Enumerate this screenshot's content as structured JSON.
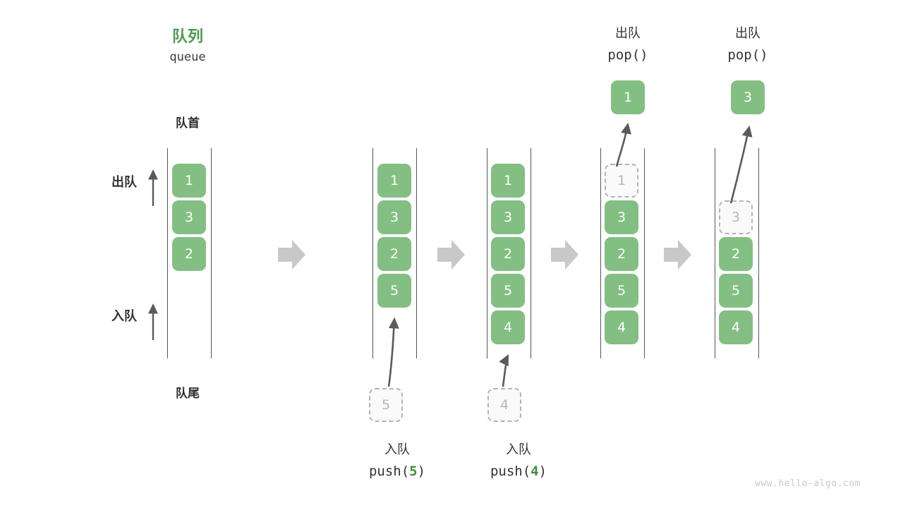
{
  "meta": {
    "watermark": "www.hello-algo.com",
    "colors": {
      "cell_green": "#83bf83",
      "title_green": "#4d9a4d",
      "arg_green": "#3f8c3f",
      "ghost_border": "#b4b4b4",
      "ghost_text": "#b8b8b8",
      "rail": "#555555",
      "sep_arrow": "#c8c8c8",
      "curve_arrow": "#5a5a5a",
      "text_dark": "#333333",
      "watermark_gray": "#c9c9c9"
    }
  },
  "header": {
    "title_cn": "队列",
    "title_en": "queue"
  },
  "labels": {
    "front": "队首",
    "rear": "队尾",
    "dequeue": "出队",
    "enqueue": "入队"
  },
  "icons": {
    "step_arrow": "right-block-arrow",
    "dequeue_arrow": "up-arrow",
    "enqueue_arrow": "up-arrow",
    "push_arrow": "curved-up-arrow",
    "pop_arrow": "curved-up-arrow"
  },
  "chart_data": {
    "type": "diagram",
    "title": "队列 queue",
    "description": "Queue push/pop operation sequence",
    "stages": [
      {
        "id": "initial",
        "caption_cn": "",
        "caption_code": "",
        "cells": [
          "1",
          "3",
          "2"
        ],
        "ghost_index": null,
        "detached": null
      },
      {
        "id": "push-5",
        "caption_cn": "入队",
        "caption_code": "push(5)",
        "code_prefix": "push(",
        "code_arg": "5",
        "code_suffix": ")",
        "cells": [
          "1",
          "3",
          "2",
          "5"
        ],
        "ghost_index": null,
        "detached": {
          "value": "5",
          "position": "below"
        }
      },
      {
        "id": "push-4",
        "caption_cn": "入队",
        "caption_code": "push(4)",
        "code_prefix": "push(",
        "code_arg": "4",
        "code_suffix": ")",
        "cells": [
          "1",
          "3",
          "2",
          "5",
          "4"
        ],
        "ghost_index": null,
        "detached": {
          "value": "4",
          "position": "below"
        }
      },
      {
        "id": "pop-1",
        "caption_cn": "出队",
        "caption_code": "pop()",
        "code_prefix": "pop(",
        "code_arg": "",
        "code_suffix": ")",
        "cells": [
          "1",
          "3",
          "2",
          "5",
          "4"
        ],
        "ghost_index": 0,
        "detached": {
          "value": "1",
          "position": "above"
        }
      },
      {
        "id": "pop-3",
        "caption_cn": "出队",
        "caption_code": "pop()",
        "code_prefix": "pop(",
        "code_arg": "",
        "code_suffix": ")",
        "cells": [
          "",
          "3",
          "2",
          "5",
          "4"
        ],
        "ghost_index": 1,
        "detached": {
          "value": "3",
          "position": "above"
        }
      }
    ]
  }
}
